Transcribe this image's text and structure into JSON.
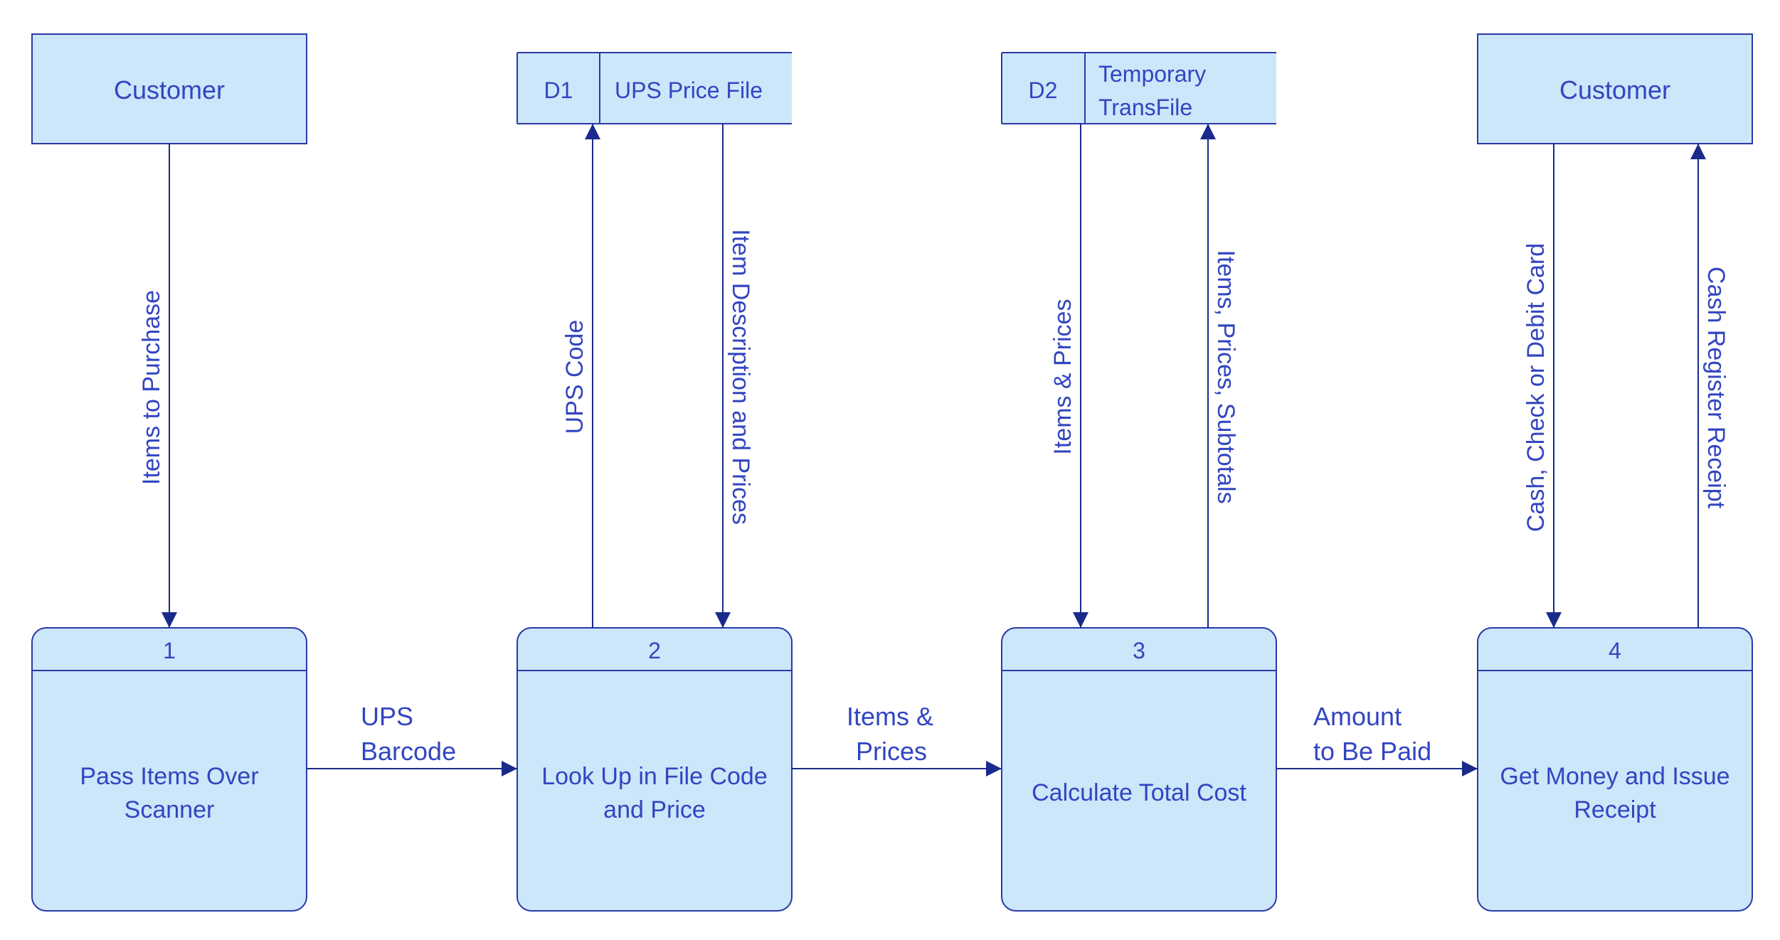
{
  "colors": {
    "fill": "#cce6fa",
    "stroke": "#2b3aa6",
    "text": "#3245c0",
    "line": "#1a2a8c"
  },
  "external_entities": [
    {
      "label": "Customer"
    },
    {
      "label": "Customer"
    }
  ],
  "data_stores": [
    {
      "id": "D1",
      "name_lines": [
        "UPS Price File"
      ]
    },
    {
      "id": "D2",
      "name_lines": [
        "Temporary",
        "TransFile"
      ]
    }
  ],
  "processes": [
    {
      "number": "1",
      "label_lines": [
        "Pass Items Over",
        "Scanner"
      ]
    },
    {
      "number": "2",
      "label_lines": [
        "Look Up in File Code",
        "and Price"
      ]
    },
    {
      "number": "3",
      "label_lines": [
        "Calculate Total Cost"
      ]
    },
    {
      "number": "4",
      "label_lines": [
        "Get Money and Issue",
        "Receipt"
      ]
    }
  ],
  "flows": [
    {
      "from": "Customer",
      "to": "1",
      "label": "Items to Purchase"
    },
    {
      "from": "2",
      "to": "D1",
      "label": "UPS Code"
    },
    {
      "from": "D1",
      "to": "2",
      "label": "Item Description and Prices"
    },
    {
      "from": "D2",
      "to": "3",
      "label": "Items & Prices"
    },
    {
      "from": "3",
      "to": "D2",
      "label": "Items, Prices, Subtotals"
    },
    {
      "from": "Customer",
      "to": "4",
      "label": "Cash, Check or Debit Card"
    },
    {
      "from": "4",
      "to": "Customer",
      "label": "Cash Register Receipt"
    },
    {
      "from": "1",
      "to": "2",
      "label_lines": [
        "UPS",
        "Barcode"
      ]
    },
    {
      "from": "2",
      "to": "3",
      "label_lines": [
        "Items &",
        "Prices"
      ]
    },
    {
      "from": "3",
      "to": "4",
      "label_lines": [
        "Amount",
        "to Be Paid"
      ]
    }
  ]
}
